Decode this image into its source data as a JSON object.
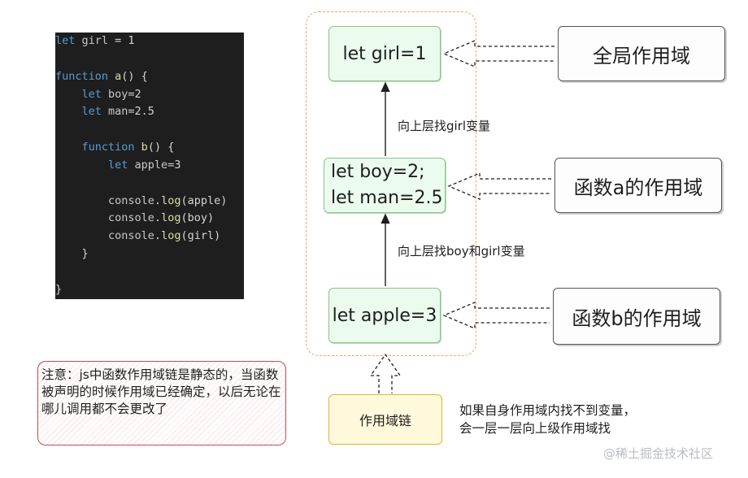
{
  "code_lines": [
    [
      {
        "t": "let ",
        "c": "kw"
      },
      {
        "t": "girl",
        "c": "var"
      },
      {
        "t": " = 1",
        "c": "tx"
      }
    ],
    [],
    [
      {
        "t": "function ",
        "c": "kw"
      },
      {
        "t": "a",
        "c": "fn"
      },
      {
        "t": "() {",
        "c": "tx"
      }
    ],
    [
      {
        "t": "    let ",
        "c": "kw"
      },
      {
        "t": "boy",
        "c": "var"
      },
      {
        "t": "=2",
        "c": "tx"
      }
    ],
    [
      {
        "t": "    let ",
        "c": "kw"
      },
      {
        "t": "man",
        "c": "var"
      },
      {
        "t": "=2.5",
        "c": "tx"
      }
    ],
    [],
    [
      {
        "t": "    function ",
        "c": "kw"
      },
      {
        "t": "b",
        "c": "fn"
      },
      {
        "t": "() {",
        "c": "tx"
      }
    ],
    [
      {
        "t": "        let ",
        "c": "kw"
      },
      {
        "t": "apple",
        "c": "var"
      },
      {
        "t": "=3",
        "c": "tx"
      }
    ],
    [],
    [
      {
        "t": "        console",
        "c": "var"
      },
      {
        "t": ".",
        "c": "tx"
      },
      {
        "t": "log",
        "c": "fn"
      },
      {
        "t": "(apple)",
        "c": "tx"
      }
    ],
    [
      {
        "t": "        console",
        "c": "var"
      },
      {
        "t": ".",
        "c": "tx"
      },
      {
        "t": "log",
        "c": "fn"
      },
      {
        "t": "(boy)",
        "c": "tx"
      }
    ],
    [
      {
        "t": "        console",
        "c": "var"
      },
      {
        "t": ".",
        "c": "tx"
      },
      {
        "t": "log",
        "c": "fn"
      },
      {
        "t": "(girl)",
        "c": "tx"
      }
    ],
    [
      {
        "t": "    }",
        "c": "tx"
      }
    ],
    [],
    [
      {
        "t": "}",
        "c": "tx"
      }
    ]
  ],
  "nodes": {
    "global_var": "let girl=1",
    "a_var_line1": "let boy=2;",
    "a_var_line2": "let man=2.5",
    "b_var": "let apple=3",
    "global_scope": "全局作用域",
    "a_scope": "函数a的作用域",
    "b_scope": "函数b的作用域",
    "scope_chain": "作用域链"
  },
  "edge_labels": {
    "lookup_girl": "向上层找girl变量",
    "lookup_boy_girl": "向上层找boy和girl变量"
  },
  "note": "注意：js中函数作用域链是静态的，当函数被声明的时候作用域已经确定，以后无论在哪儿调用都不会更改了",
  "summary_line1": "如果自身作用域内找不到变量，",
  "summary_line2": "会一层一层向上级作用域找",
  "watermark": "@稀土掘金技术社区",
  "colors": {
    "code_bg": "#1e1e1e",
    "keyword": "#569cd6",
    "green_fill": "#ebfbee",
    "green_stroke": "#8ac48a",
    "orange_dashed": "#f2a35e",
    "note_border": "#c94b4b",
    "yellow_fill": "#fff9db",
    "yellow_stroke": "#e2b236"
  }
}
